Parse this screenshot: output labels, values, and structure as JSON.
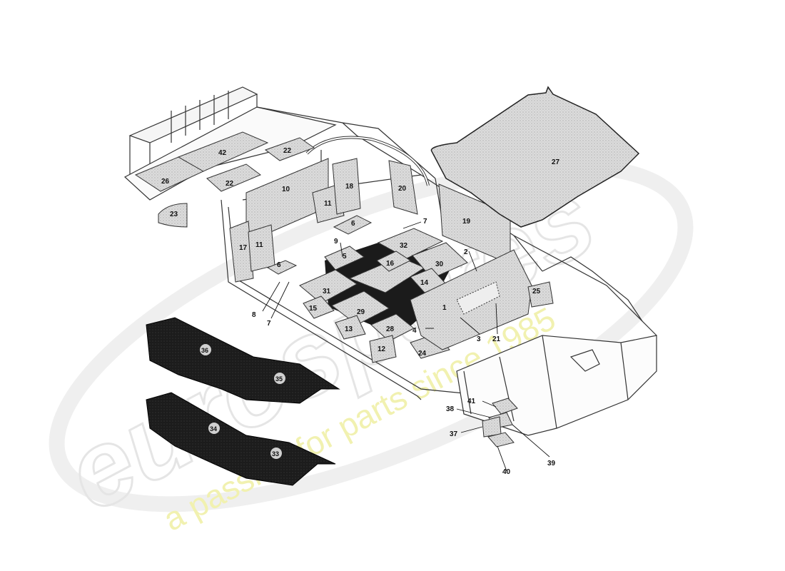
{
  "watermark": {
    "brand_text": "eurospares",
    "tagline": "a passion for parts since 1985",
    "brand_color": "#e6e6e6",
    "tagline_color": "#f2f2a6"
  },
  "callouts": {
    "c1": "1",
    "c2": "2",
    "c3": "3",
    "c4": "4",
    "c5": "5",
    "c6a": "6",
    "c6b": "6",
    "c7a": "7",
    "c7b": "7",
    "c8": "8",
    "c9": "9",
    "c10": "10",
    "c11a": "11",
    "c11b": "11",
    "c12": "12",
    "c13": "13",
    "c14": "14",
    "c15": "15",
    "c16": "16",
    "c17": "17",
    "c18": "18",
    "c19": "19",
    "c20": "20",
    "c21": "21",
    "c22a": "22",
    "c22b": "22",
    "c23": "23",
    "c24": "24",
    "c25": "25",
    "c26": "26",
    "c27": "27",
    "c28": "28",
    "c29": "29",
    "c30": "30",
    "c31": "31",
    "c32": "32",
    "c33": "33",
    "c34": "34",
    "c35": "35",
    "c36": "36",
    "c37": "37",
    "c38": "38",
    "c39": "39",
    "c40": "40",
    "c41": "41",
    "c42": "42"
  },
  "colors": {
    "line": "#333333",
    "panel": "#d9d9d9",
    "dark_mat": "#1a1a1a",
    "bonnet": "#cfcfcf"
  }
}
